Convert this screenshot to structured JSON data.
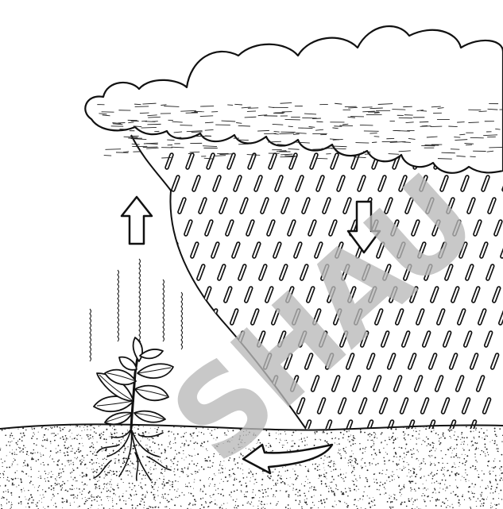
{
  "diagram": {
    "subject": "water-cycle",
    "stages": [
      "transpiration",
      "evaporation",
      "condensation",
      "precipitation",
      "runoff"
    ],
    "arrows": [
      {
        "id": "up",
        "direction": "up",
        "meaning": "evaporation"
      },
      {
        "id": "down",
        "direction": "down",
        "meaning": "precipitation"
      },
      {
        "id": "left",
        "direction": "left",
        "meaning": "runoff"
      }
    ],
    "colors": {
      "ink": "#111111",
      "paper": "#ffffff",
      "watermark": "#b9b9b9"
    }
  },
  "watermark": {
    "text": "SHAU"
  }
}
